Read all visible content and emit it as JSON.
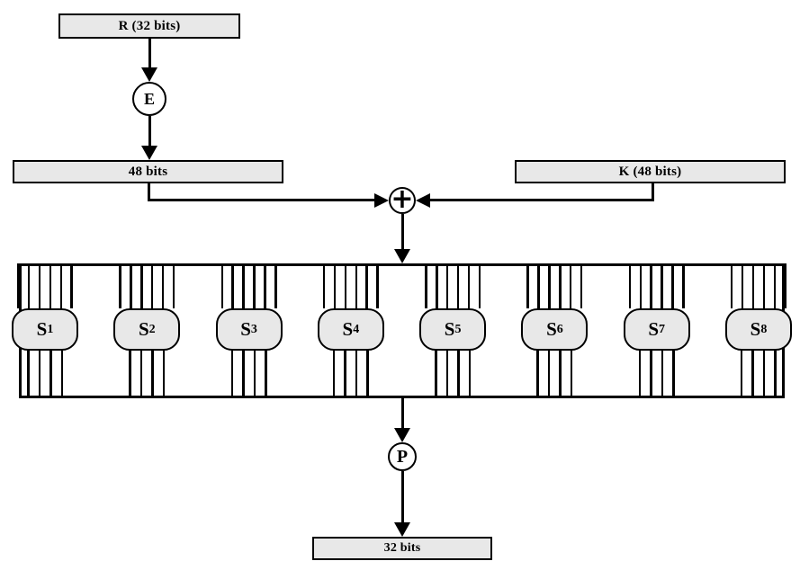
{
  "diagram": {
    "type": "des-round-function-flow",
    "nodes": {
      "r_input": {
        "label": "R (32 bits)"
      },
      "expansion": {
        "label": "E"
      },
      "expanded": {
        "label": "48 bits"
      },
      "key": {
        "label": "K (48 bits)"
      },
      "xor": {
        "symbol": "+"
      },
      "permutation": {
        "label": "P"
      },
      "output": {
        "label": "32 bits"
      }
    },
    "sboxes": [
      {
        "base": "S",
        "sub": "1"
      },
      {
        "base": "S",
        "sub": "2"
      },
      {
        "base": "S",
        "sub": "3"
      },
      {
        "base": "S",
        "sub": "4"
      },
      {
        "base": "S",
        "sub": "5"
      },
      {
        "base": "S",
        "sub": "6"
      },
      {
        "base": "S",
        "sub": "7"
      },
      {
        "base": "S",
        "sub": "8"
      }
    ],
    "sbox_lines": {
      "inputs_per_box": 6,
      "outputs_per_box": 4
    },
    "colors": {
      "node_fill": "#e8e8e8",
      "stroke": "#000000",
      "background": "#ffffff"
    }
  }
}
